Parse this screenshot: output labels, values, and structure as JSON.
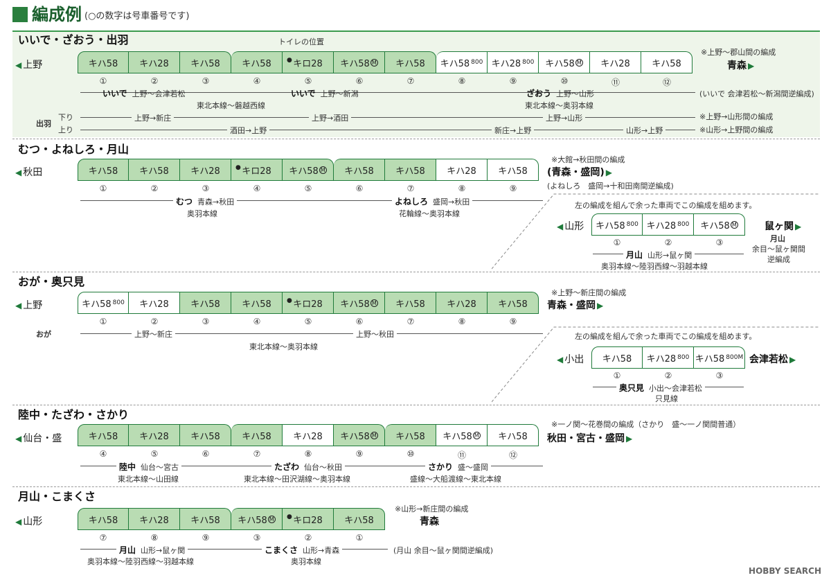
{
  "header": {
    "title": "編成例",
    "subtitle": "(○の数字は号車番号です)"
  },
  "sections": [
    {
      "title": "いいで・ざおう・出羽",
      "origin": "上野",
      "toilet_label": "トイレの位置",
      "cars": [
        "キハ58",
        "キハ28",
        "キハ58",
        "キハ58",
        "キロ28",
        "キハ58",
        "キハ58",
        "キハ58",
        "キハ28",
        "キハ58",
        "キハ28",
        "キハ58"
      ],
      "car_suffix": [
        "",
        "",
        "",
        "",
        "",
        "M",
        "",
        "800",
        "800",
        "M",
        "",
        ""
      ],
      "numbers": [
        "①",
        "②",
        "③",
        "④",
        "⑤",
        "⑥",
        "⑦",
        "⑧",
        "⑨",
        "⑩",
        "⑪",
        "⑫"
      ],
      "dest_note": "※上野～郡山間の編成",
      "dest": "青森",
      "ranges": [
        {
          "name": "いいで",
          "route": "上野～会津若松"
        },
        {
          "name": "いいで",
          "route": "上野～新潟"
        },
        {
          "name": "ざおう",
          "route": "上野～山形"
        }
      ],
      "tail_note": "(いいで 会津若松～新潟間逆編成)",
      "lines": [
        "東北本線～磐越西線",
        "東北本線～奥羽本線"
      ],
      "dewa_label": "出羽",
      "down_label": "下り",
      "up_label": "上り",
      "dewa_down": [
        "上野→新庄",
        "上野→酒田",
        "上野→山形"
      ],
      "dewa_up": [
        "酒田→上野",
        "新庄→上野",
        "山形→上野"
      ],
      "dewa_notes": [
        "※上野→山形間の編成",
        "※山形→上野間の編成"
      ]
    },
    {
      "title": "むつ・よねしろ・月山",
      "origin": "秋田",
      "cars": [
        "キハ58",
        "キハ58",
        "キハ28",
        "キロ28",
        "キハ58",
        "キハ58",
        "キハ58",
        "キハ28",
        "キハ58"
      ],
      "car_suffix": [
        "",
        "",
        "",
        "",
        "M",
        "",
        "",
        "",
        ""
      ],
      "numbers": [
        "①",
        "②",
        "③",
        "④",
        "⑤",
        "⑥",
        "⑦",
        "⑧",
        "⑨"
      ],
      "dest_note": "※大館→秋田間の編成",
      "dest": "(青森・盛岡)",
      "dest_note2": "(よねしろ　盛岡→十和田南間逆編成)",
      "ranges": [
        {
          "name": "むつ",
          "route": "青森→秋田"
        },
        {
          "name": "よねしろ",
          "route": "盛岡→秋田"
        }
      ],
      "lines": [
        "奥羽本線",
        "花輪線～奥羽本線"
      ],
      "sub_note": "左の編成を組んで余った車両でこの編成を組めます。",
      "sub_origin": "山形",
      "sub_cars": [
        "キハ58",
        "キハ28",
        "キハ58"
      ],
      "sub_suffix": [
        "800",
        "800",
        "M"
      ],
      "sub_numbers": [
        "①",
        "②",
        "③"
      ],
      "sub_dest": "鼠ヶ関",
      "sub_range": {
        "name": "月山",
        "route": "山形→鼠ヶ関"
      },
      "sub_line": "奥羽本線～陸羽西線～羽越本線",
      "sub_tail": [
        "月山",
        "余目～鼠ヶ関間",
        "逆編成"
      ]
    },
    {
      "title": "おが・奥只見",
      "origin": "上野",
      "cars": [
        "キハ58",
        "キハ28",
        "キハ58",
        "キハ58",
        "キロ28",
        "キハ58",
        "キハ58",
        "キハ28",
        "キハ58"
      ],
      "car_suffix": [
        "800",
        "",
        "",
        "",
        "",
        "M",
        "",
        "",
        ""
      ],
      "numbers": [
        "①",
        "②",
        "③",
        "④",
        "⑤",
        "⑥",
        "⑦",
        "⑧",
        "⑨"
      ],
      "dest_note": "※上野～新庄間の編成",
      "dest": "青森・盛岡",
      "oga_label": "おが",
      "ranges": [
        {
          "name": "",
          "route": "上野～新庄"
        },
        {
          "name": "",
          "route": "上野～秋田"
        }
      ],
      "lines": [
        "東北本線～奥羽本線"
      ],
      "sub_note": "左の編成を組んで余った車両でこの編成を組めます。",
      "sub_origin": "小出",
      "sub_cars": [
        "キハ58",
        "キハ28",
        "キハ58"
      ],
      "sub_suffix": [
        "",
        "800",
        "800M"
      ],
      "sub_numbers": [
        "①",
        "②",
        "③"
      ],
      "sub_dest": "会津若松",
      "sub_range": {
        "name": "奥只見",
        "route": "小出～会津若松"
      },
      "sub_line": "只見線"
    },
    {
      "title": "陸中・たざわ・さかり",
      "origin": "仙台・盛",
      "cars": [
        "キハ58",
        "キハ28",
        "キハ58",
        "キハ58",
        "キハ28",
        "キハ58",
        "キハ58",
        "キハ58",
        "キハ58"
      ],
      "car_suffix": [
        "",
        "",
        "",
        "",
        "",
        "M",
        "",
        "M",
        ""
      ],
      "numbers": [
        "④",
        "⑤",
        "⑥",
        "⑦",
        "⑧",
        "⑨",
        "⑩",
        "⑪",
        "⑫"
      ],
      "dest_note": "※一ノ関～花巻間の編成（さかり　盛～一ノ関間普通）",
      "dest": "秋田・宮古・盛岡",
      "ranges": [
        {
          "name": "陸中",
          "route": "仙台～宮古"
        },
        {
          "name": "たざわ",
          "route": "仙台～秋田"
        },
        {
          "name": "さかり",
          "route": "盛～盛岡"
        }
      ],
      "lines": [
        "東北本線～山田線",
        "東北本線～田沢湖線～奥羽本線",
        "盛線～大船渡線～東北本線"
      ]
    },
    {
      "title": "月山・こまくさ",
      "origin": "山形",
      "cars": [
        "キハ58",
        "キハ28",
        "キハ58",
        "キハ58",
        "キロ28",
        "キハ58"
      ],
      "car_suffix": [
        "",
        "",
        "",
        "M",
        "",
        ""
      ],
      "numbers": [
        "⑦",
        "⑧",
        "⑨",
        "③",
        "②",
        "①"
      ],
      "dest_note": "※山形→新庄間の編成",
      "dest": "青森",
      "ranges": [
        {
          "name": "月山",
          "route": "山形→鼠ヶ関"
        },
        {
          "name": "こまくさ",
          "route": "山形→青森"
        }
      ],
      "lines": [
        "奥羽本線～陸羽西線～羽越本線",
        "奥羽本線"
      ],
      "tail_note": "(月山 余目～鼠ヶ関間逆編成)"
    }
  ],
  "watermark": "HOBBY SEARCH",
  "colors": {
    "green_car": "#b9dcb3",
    "accent": "#1f7a3a",
    "section_bg": "#eef5ea"
  }
}
